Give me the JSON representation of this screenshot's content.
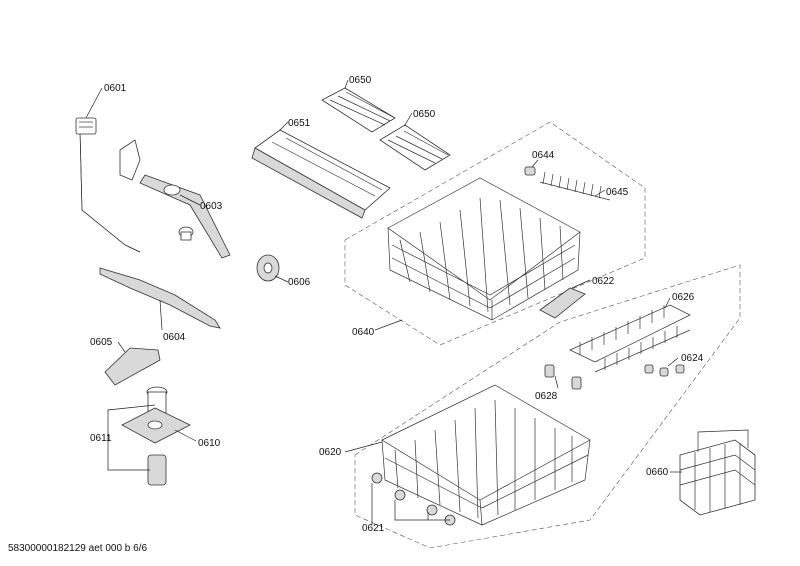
{
  "labels": {
    "p0601": "0601",
    "p0603": "0603",
    "p0604": "0604",
    "p0605": "0605",
    "p0606": "0606",
    "p0610": "0610",
    "p0611": "0611",
    "p0620": "0620",
    "p0621": "0621",
    "p0622": "0622",
    "p0624": "0624",
    "p0626": "0626",
    "p0628": "0628",
    "p0640": "0640",
    "p0644": "0644",
    "p0645": "0645",
    "p0650a": "0650",
    "p0650b": "0650",
    "p0651": "0651",
    "p0660": "0660"
  },
  "footer": "58300000182129 aet 000 b 6/6"
}
